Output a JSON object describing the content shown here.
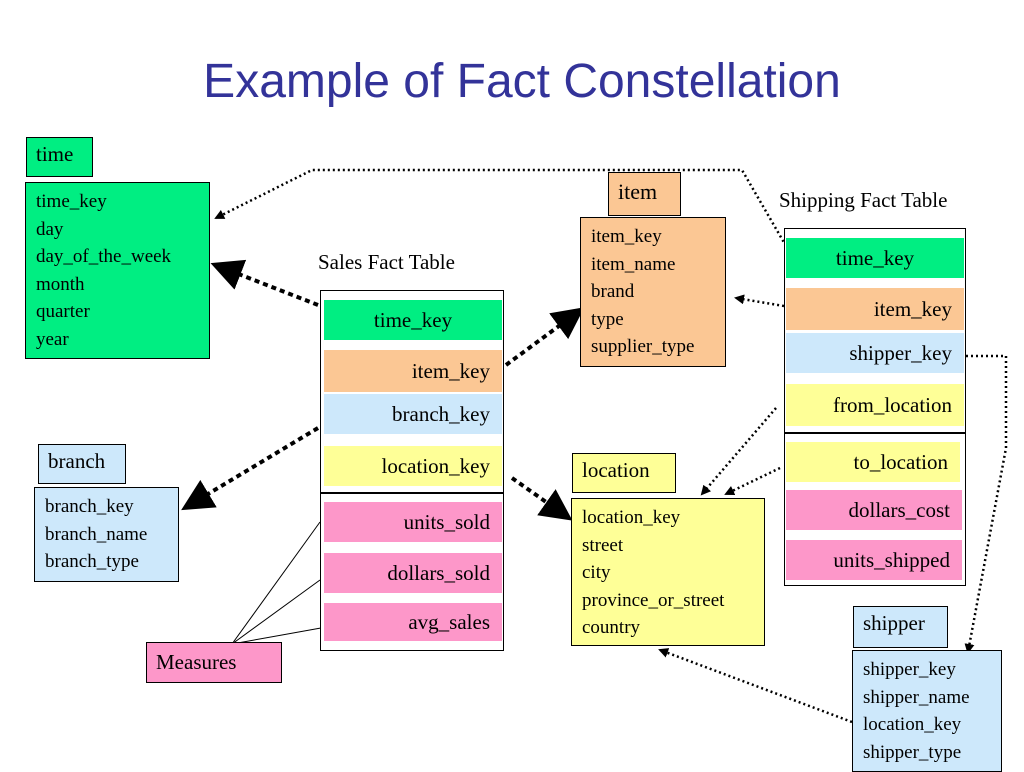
{
  "title": "Example of Fact Constellation",
  "labels": {
    "sales_fact": "Sales Fact Table",
    "shipping_fact": "Shipping Fact Table",
    "measures": "Measures"
  },
  "time": {
    "name": "time",
    "attrs": [
      "time_key",
      "day",
      "day_of_the_week",
      "month",
      "quarter",
      "year"
    ]
  },
  "item": {
    "name": "item",
    "attrs": [
      "item_key",
      "item_name",
      "brand",
      "type",
      "supplier_type"
    ]
  },
  "branch": {
    "name": "branch",
    "attrs": [
      "branch_key",
      "branch_name",
      "branch_type"
    ]
  },
  "location": {
    "name": "location",
    "attrs": [
      "location_key",
      "street",
      "city",
      "province_or_street",
      "country"
    ]
  },
  "shipper": {
    "name": "shipper",
    "attrs": [
      "shipper_key",
      "shipper_name",
      "location_key",
      "shipper_type"
    ]
  },
  "sales": {
    "keys": [
      "time_key",
      "item_key",
      "branch_key",
      "location_key"
    ],
    "measures": [
      "units_sold",
      "dollars_sold",
      "avg_sales"
    ]
  },
  "shipping": {
    "keys": [
      "time_key",
      "item_key",
      "shipper_key",
      "from_location",
      "to_location"
    ],
    "measures": [
      "dollars_cost",
      "units_shipped"
    ]
  },
  "colors": {
    "title": "#333399",
    "time": "#00ee82",
    "item": "#fbc794",
    "branch_shipper": "#cde8fb",
    "location": "#feff97",
    "measures": "#fd97c9"
  }
}
